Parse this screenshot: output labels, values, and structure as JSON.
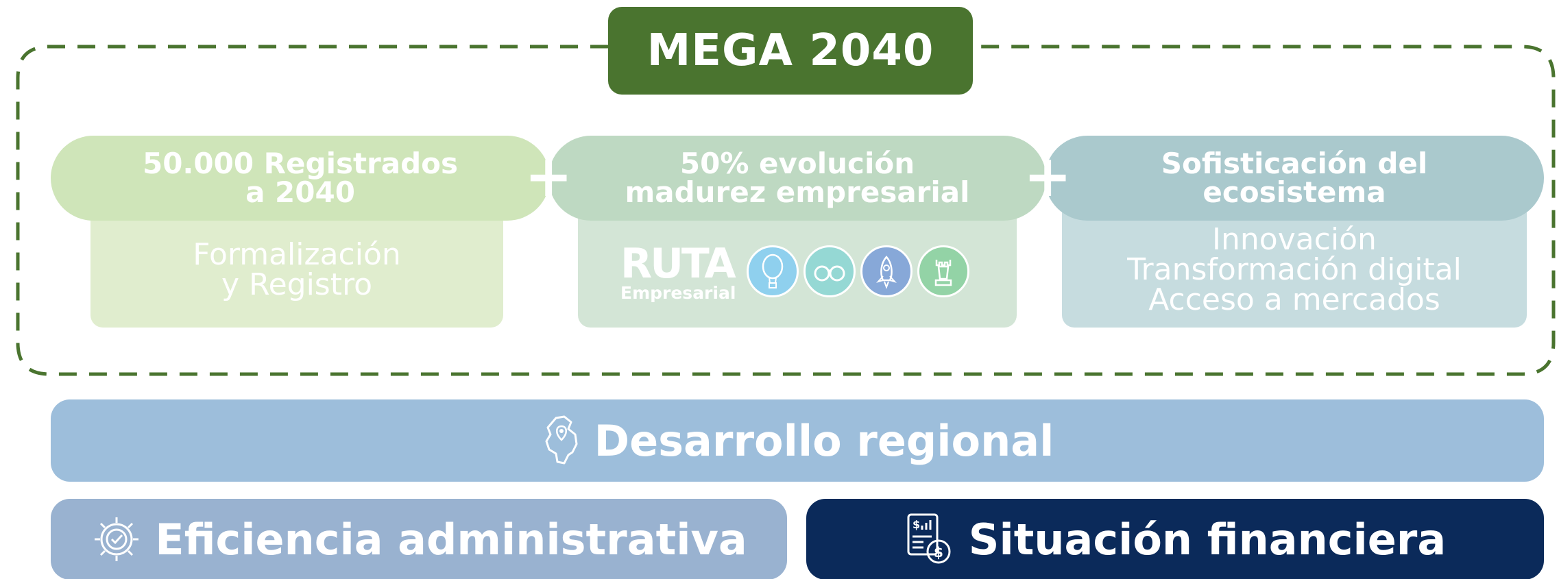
{
  "title": "MEGA 2040",
  "goals": [
    {
      "headline": [
        "50.000 Registrados",
        "a 2040"
      ],
      "detail": [
        "Formalización",
        "y Registro"
      ]
    },
    {
      "headline": [
        "50% evolución",
        "madurez empresarial"
      ],
      "detail": []
    },
    {
      "headline": [
        "Sofisticación del",
        "ecosistema"
      ],
      "detail": [
        "Innovación",
        "Transformación digital",
        "Acceso a mercados"
      ]
    }
  ],
  "connector_symbol": "+",
  "ruta_logo": {
    "word": "RUTA",
    "subtitle": "Empresarial"
  },
  "stage_icons": [
    "hot-air-balloon-icon",
    "binoculars-icon",
    "rocket-icon",
    "chess-rook-icon"
  ],
  "pillars": {
    "regional": {
      "label": "Desarrollo regional",
      "icon": "colombia-map-pin-icon"
    },
    "admin": {
      "label": "Eficiencia administrativa",
      "icon": "gear-check-icon"
    },
    "finance": {
      "label": "Situación financiera",
      "icon": "financial-report-icon"
    }
  },
  "colors": {
    "title_green": "#4a742f",
    "goal1_head": "#cfe5b9",
    "goal1_body": "#e0edce",
    "goal2_head": "#bed9c2",
    "goal2_body": "#d3e5d6",
    "goal3_head": "#aac9cd",
    "goal3_body": "#c6dcdf",
    "regional": "#9dbedb",
    "admin": "#99b2d0",
    "finance": "#0b2a5a",
    "stage_balloon": "#8fd0ee",
    "stage_binoculars": "#95d8d4",
    "stage_rocket": "#87a8d8",
    "stage_rook": "#93d3a6"
  }
}
